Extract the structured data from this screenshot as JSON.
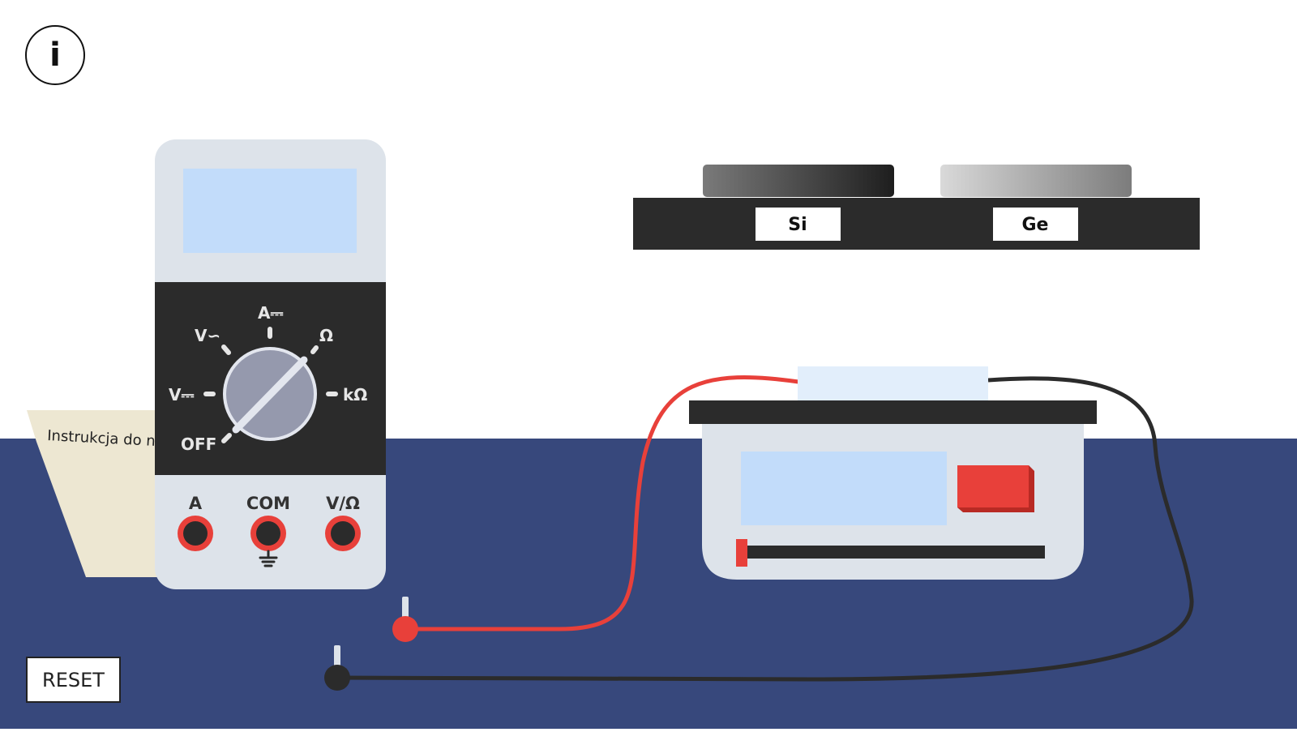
{
  "info_button": {
    "icon": "info-icon",
    "glyph": "i"
  },
  "reset_button": {
    "label": "RESET"
  },
  "instruction_sheet": {
    "label": "Instrukcja do n"
  },
  "multimeter": {
    "dial_labels": {
      "a_dc": "A⎓",
      "v_ac": "V∽",
      "ohm": "Ω",
      "v_dc": "V⎓",
      "kohm": "kΩ",
      "off": "OFF"
    },
    "jacks": {
      "a": "A",
      "com": "COM",
      "v_ohm": "V/Ω"
    }
  },
  "samples": {
    "si": "Si",
    "ge": "Ge"
  },
  "colors": {
    "table": "#37487c",
    "device_body": "#dde3ea",
    "display": "#c2dcfa",
    "panel": "#2b2b2b",
    "red_lead": "#e8403a",
    "black_lead": "#2b2b2b",
    "paper": "#ede7d2"
  }
}
